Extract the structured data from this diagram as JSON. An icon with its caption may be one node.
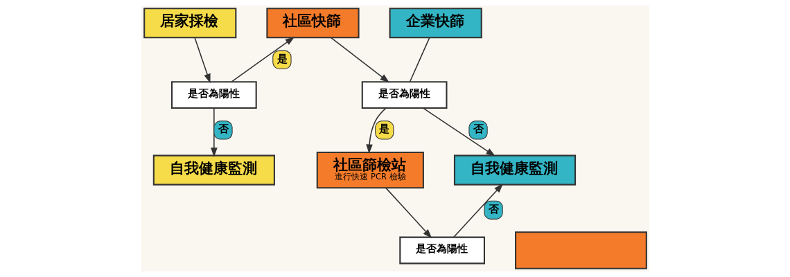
{
  "diagram": {
    "nodes": [
      {
        "text": [
          "居家採檢"
        ]
      },
      {
        "text": [
          "社區快篩"
        ]
      },
      {
        "text": [
          "企業快篩"
        ]
      },
      {
        "text": [
          "是否為陽性"
        ]
      },
      {
        "text": [
          "是否為陽性"
        ]
      },
      {
        "text": [
          "自我健康監測"
        ]
      },
      {
        "text": [
          "社區篩檢站",
          "進行快速 PCR 檢驗"
        ]
      },
      {
        "text": [
          "自我健康監測"
        ]
      },
      {
        "text": [
          "是否為陽性"
        ]
      },
      {
        "text": [],
        "shape": "box"
      }
    ],
    "edges": [
      {
        "from": 0,
        "to": 3,
        "arrow": "to"
      },
      {
        "from": 3,
        "to": 1,
        "arrow": "to",
        "label": "是"
      },
      {
        "from": 3,
        "to": 5,
        "arrow": "to",
        "label": "否"
      },
      {
        "from": 1,
        "to": 4,
        "arrow": "to"
      },
      {
        "from": 2,
        "to": 4,
        "arrow": "none"
      },
      {
        "from": 4,
        "to": 7,
        "arrow": "to",
        "label": "否"
      },
      {
        "from": 4,
        "to": 6,
        "arrow": "to",
        "label": "是"
      },
      {
        "from": 6,
        "to": 8,
        "arrow": "to"
      },
      {
        "from": 8,
        "to": 7,
        "arrow": "to",
        "label": "否"
      }
    ]
  }
}
